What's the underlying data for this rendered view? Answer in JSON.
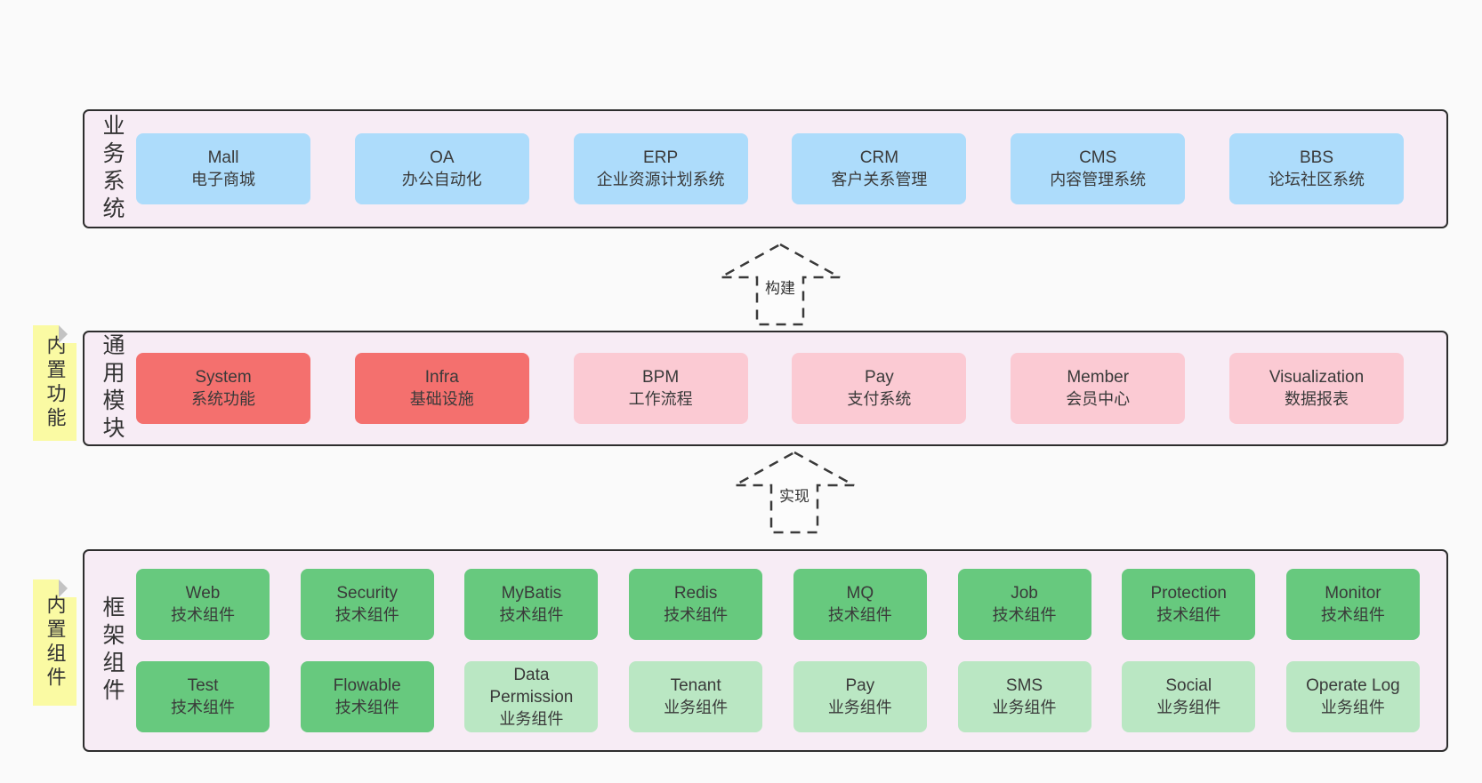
{
  "diagram": {
    "colors": {
      "page_bg": "#fafafa",
      "band_bg": "#f7ecf5",
      "band_border": "#2d2d2d",
      "business_box": "#addcfb",
      "core_module_box": "#f4706e",
      "optional_module_box": "#fbcad3",
      "tech_component_box": "#67c97e",
      "biz_component_box": "#bae7c3",
      "sticky_note": "#fafaa3",
      "text": "#3a3a3a"
    },
    "arrows": [
      {
        "label": "构建"
      },
      {
        "label": "实现"
      }
    ],
    "bands": [
      {
        "name": "业务系统",
        "boxes": [
          {
            "title": "Mall",
            "subtitle": "电子商城"
          },
          {
            "title": "OA",
            "subtitle": "办公自动化"
          },
          {
            "title": "ERP",
            "subtitle": "企业资源计划系统"
          },
          {
            "title": "CRM",
            "subtitle": "客户关系管理"
          },
          {
            "title": "CMS",
            "subtitle": "内容管理系统"
          },
          {
            "title": "BBS",
            "subtitle": "论坛社区系统"
          }
        ]
      },
      {
        "name": "通用模块",
        "side_note": "内置功能",
        "boxes": [
          {
            "title": "System",
            "subtitle": "系统功能"
          },
          {
            "title": "Infra",
            "subtitle": "基础设施"
          },
          {
            "title": "BPM",
            "subtitle": "工作流程"
          },
          {
            "title": "Pay",
            "subtitle": "支付系统"
          },
          {
            "title": "Member",
            "subtitle": "会员中心"
          },
          {
            "title": "Visualization",
            "subtitle": "数据报表"
          }
        ]
      },
      {
        "name": "框架组件",
        "side_note": "内置组件",
        "rows": [
          {
            "boxes": [
              {
                "title": "Web",
                "subtitle": "技术组件"
              },
              {
                "title": "Security",
                "subtitle": "技术组件"
              },
              {
                "title": "MyBatis",
                "subtitle": "技术组件"
              },
              {
                "title": "Redis",
                "subtitle": "技术组件"
              },
              {
                "title": "MQ",
                "subtitle": "技术组件"
              },
              {
                "title": "Job",
                "subtitle": "技术组件"
              },
              {
                "title": "Protection",
                "subtitle": "技术组件"
              },
              {
                "title": "Monitor",
                "subtitle": "技术组件"
              }
            ]
          },
          {
            "boxes": [
              {
                "title": "Test",
                "subtitle": "技术组件"
              },
              {
                "title": "Flowable",
                "subtitle": "技术组件"
              },
              {
                "title": "Data Permission",
                "subtitle": "业务组件"
              },
              {
                "title": "Tenant",
                "subtitle": "业务组件"
              },
              {
                "title": "Pay",
                "subtitle": "业务组件"
              },
              {
                "title": "SMS",
                "subtitle": "业务组件"
              },
              {
                "title": "Social",
                "subtitle": "业务组件"
              },
              {
                "title": "Operate Log",
                "subtitle": "业务组件"
              }
            ]
          }
        ]
      }
    ]
  }
}
